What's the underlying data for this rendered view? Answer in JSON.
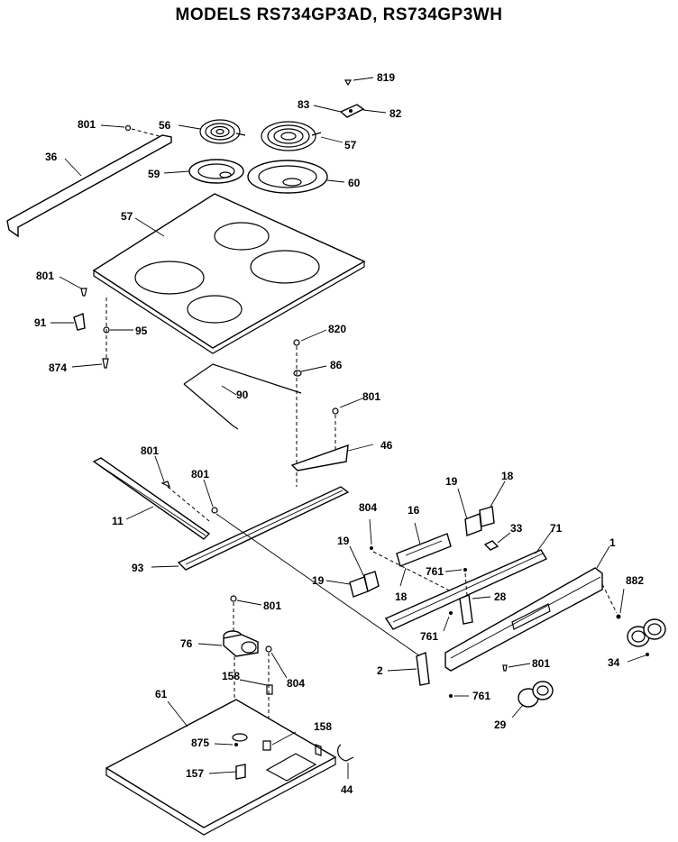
{
  "title": "MODELS RS734GP3AD, RS734GP3WH",
  "callouts": [
    {
      "id": "819",
      "text": "819"
    },
    {
      "id": "83",
      "text": "83"
    },
    {
      "id": "82",
      "text": "82"
    },
    {
      "id": "801a",
      "text": "801"
    },
    {
      "id": "56",
      "text": "56"
    },
    {
      "id": "57a",
      "text": "57"
    },
    {
      "id": "36",
      "text": "36"
    },
    {
      "id": "59",
      "text": "59"
    },
    {
      "id": "60",
      "text": "60"
    },
    {
      "id": "57b",
      "text": "57"
    },
    {
      "id": "801b",
      "text": "801"
    },
    {
      "id": "91",
      "text": "91"
    },
    {
      "id": "95",
      "text": "95"
    },
    {
      "id": "874",
      "text": "874"
    },
    {
      "id": "820",
      "text": "820"
    },
    {
      "id": "86",
      "text": "86"
    },
    {
      "id": "90",
      "text": "90"
    },
    {
      "id": "801c",
      "text": "801"
    },
    {
      "id": "46",
      "text": "46"
    },
    {
      "id": "801d",
      "text": "801"
    },
    {
      "id": "801e",
      "text": "801"
    },
    {
      "id": "11",
      "text": "11"
    },
    {
      "id": "93",
      "text": "93"
    },
    {
      "id": "804a",
      "text": "804"
    },
    {
      "id": "16",
      "text": "16"
    },
    {
      "id": "19a",
      "text": "19"
    },
    {
      "id": "18a",
      "text": "18"
    },
    {
      "id": "33",
      "text": "33"
    },
    {
      "id": "71",
      "text": "71"
    },
    {
      "id": "1",
      "text": "1"
    },
    {
      "id": "19b",
      "text": "19"
    },
    {
      "id": "19c",
      "text": "19"
    },
    {
      "id": "18b",
      "text": "18"
    },
    {
      "id": "761a",
      "text": "761"
    },
    {
      "id": "28",
      "text": "28"
    },
    {
      "id": "882",
      "text": "882"
    },
    {
      "id": "761b",
      "text": "761"
    },
    {
      "id": "801f",
      "text": "801"
    },
    {
      "id": "76",
      "text": "76"
    },
    {
      "id": "804b",
      "text": "804"
    },
    {
      "id": "158a",
      "text": "158"
    },
    {
      "id": "2",
      "text": "2"
    },
    {
      "id": "801g",
      "text": "801"
    },
    {
      "id": "34",
      "text": "34"
    },
    {
      "id": "61",
      "text": "61"
    },
    {
      "id": "761c",
      "text": "761"
    },
    {
      "id": "158b",
      "text": "158"
    },
    {
      "id": "875",
      "text": "875"
    },
    {
      "id": "157",
      "text": "157"
    },
    {
      "id": "29",
      "text": "29"
    },
    {
      "id": "44",
      "text": "44"
    }
  ]
}
